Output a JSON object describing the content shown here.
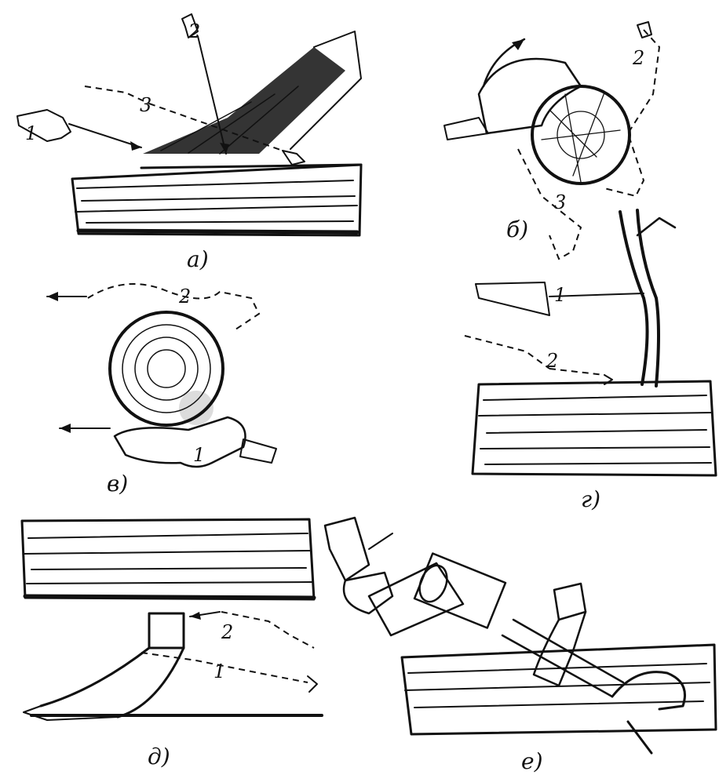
{
  "panels": {
    "a": {
      "caption": "а)",
      "labels": [
        "1",
        "2",
        "3"
      ]
    },
    "b": {
      "caption": "б)",
      "labels": [
        "2",
        "3"
      ]
    },
    "v": {
      "caption": "в)",
      "labels": [
        "2",
        "1"
      ]
    },
    "g": {
      "caption": "г)",
      "labels": [
        "1",
        "2"
      ]
    },
    "d": {
      "caption": "д)",
      "labels": [
        "2",
        "1"
      ]
    },
    "e": {
      "caption": "е)"
    }
  },
  "colors": {
    "ink": "#111111",
    "paper": "#ffffff"
  }
}
